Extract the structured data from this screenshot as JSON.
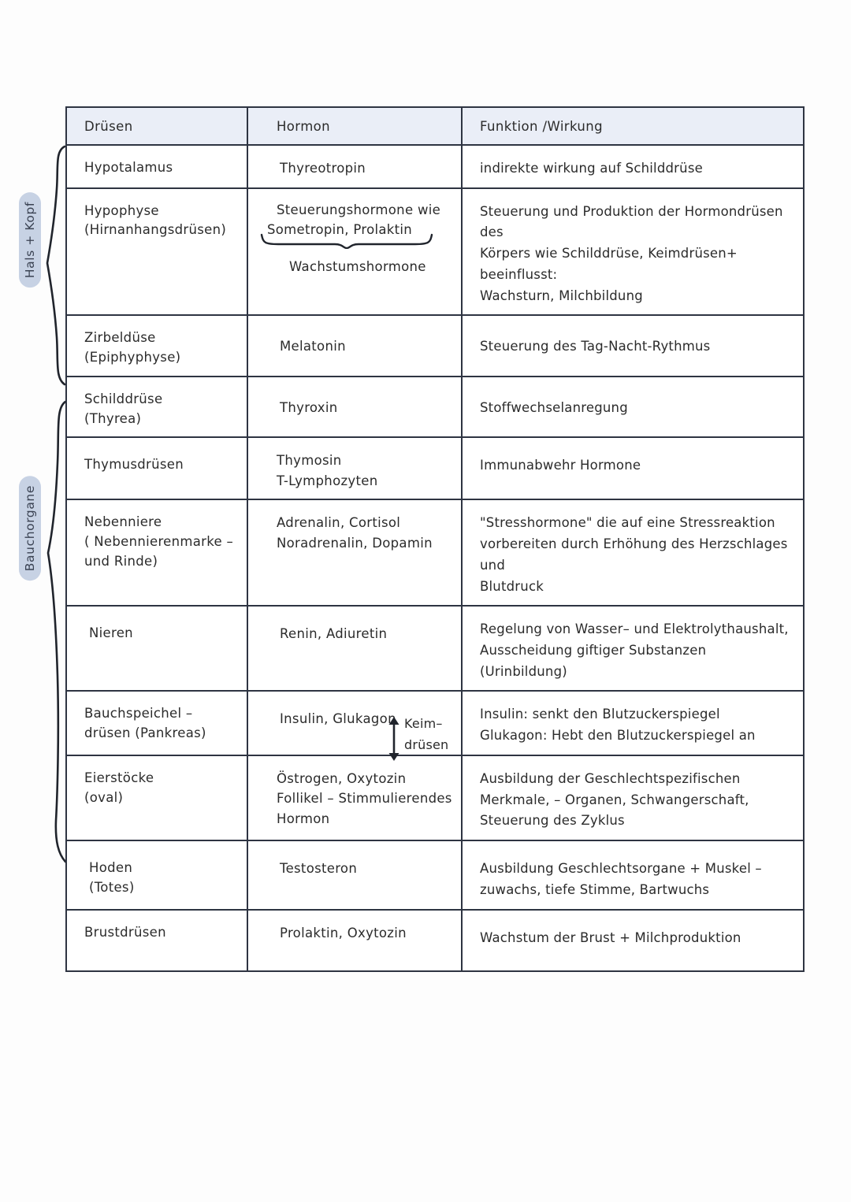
{
  "table": {
    "headers": {
      "col_gland": "Drüsen",
      "col_hormone": "Hormon",
      "col_function": "Funktion /Wirkung"
    },
    "rows": [
      {
        "gland": "Hypotalamus",
        "hormone": "Thyreotropin",
        "function": "indirekte wirkung auf Schilddrüse"
      },
      {
        "gland": "Hypophyse\n(Hirnanhangsdrüsen)",
        "hormone_lines": "Steuerungshormone wie\nSometropin, Prolaktin",
        "hormone_brace_label": "Wachstumshormone",
        "function": "Steuerung und Produktion der Hormondrüsen des\nKörpers wie Schilddrüse, Keimdrüsen+ beeinflusst:\nWachsturn, Milchbildung"
      },
      {
        "gland": "Zirbeldüse\n(Epiphyphyse)",
        "hormone": "Melatonin",
        "function": "Steuerung des Tag-Nacht-Rythmus"
      },
      {
        "gland": "Schilddrüse\n(Thyrea)",
        "hormone": "Thyroxin",
        "function": "Stoffwechselanregung"
      },
      {
        "gland": "Thymusdrüsen",
        "hormone": "Thymosin\nT-Lymphozyten",
        "function": "Immunabwehr Hormone"
      },
      {
        "gland": "Nebenniere\n( Nebennierenmarke –\nund Rinde)",
        "hormone": "Adrenalin, Cortisol\nNoradrenalin, Dopamin",
        "function": "\"Stresshormone\" die auf eine Stressreaktion\nvorbereiten durch Erhöhung des Herzschlages und\nBlutdruck"
      },
      {
        "gland": "Nieren",
        "hormone": "Renin, Adiuretin",
        "function": "Regelung von Wasser– und Elektrolythaushalt,\nAusscheidung giftiger Substanzen (Urinbildung)"
      },
      {
        "gland": "Bauchspeichel –\ndrüsen (Pankreas)",
        "hormone": "Insulin, Glukagon",
        "function": "Insulin: senkt den Blutzuckerspiegel\nGlukagon: Hebt den Blutzuckerspiegel an"
      },
      {
        "gland": "Eierstöcke\n(oval)",
        "hormone": "Östrogen, Oxytozin\nFollikel – Stimmulierendes\nHormon",
        "function": "Ausbildung der Geschlechtspezifischen\nMerkmale, – Organen, Schwangerschaft,\nSteuerung des Zyklus"
      },
      {
        "gland": "Hoden\n(Totes)",
        "hormone": "Testosteron",
        "function": "Ausbildung Geschlechtsorgane + Muskel –\nzuwachs, tiefe Stimme, Bartwuchs"
      },
      {
        "gland": "Brustdrüsen",
        "hormone": "Prolaktin, Oxytozin",
        "function": "Wachstum der Brust + Milchproduktion"
      }
    ]
  },
  "annotations": {
    "keimdruesen_label": "Keim–\ndrüsen",
    "side_groups": [
      {
        "label": "Hals + Kopf"
      },
      {
        "label": "Bauchorgane"
      }
    ]
  },
  "colors": {
    "gland_column": "#e6eaf5",
    "header_row": "#eaeef7",
    "border": "#2e3442",
    "pill": "#c7d2e4",
    "ink": "#2b2b2b"
  }
}
